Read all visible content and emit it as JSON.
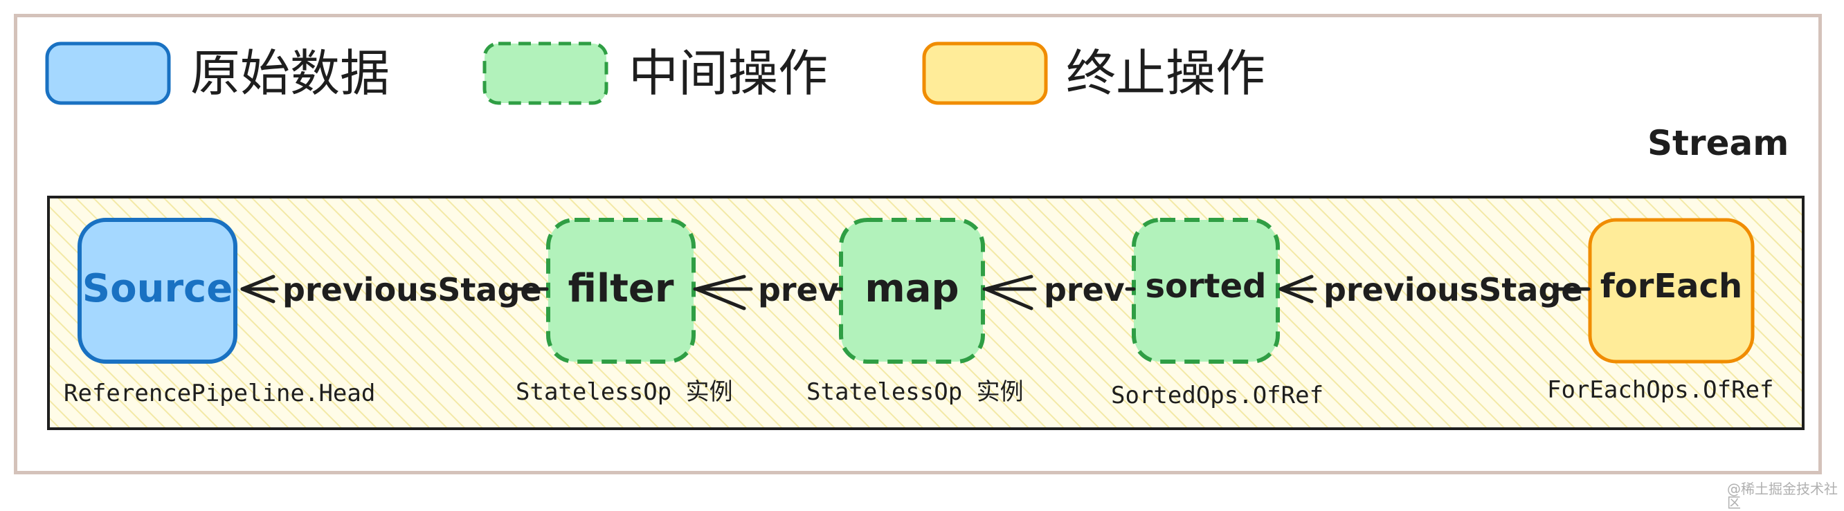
{
  "legend": {
    "source_label": "原始数据",
    "intermediate_label": "中间操作",
    "terminal_label": "终止操作"
  },
  "stream_label": "Stream",
  "nodes": [
    {
      "label": "Source",
      "class_name": "ReferencePipeline.Head",
      "kind": "source"
    },
    {
      "label": "filter",
      "class_name": "StatelessOp 实例",
      "kind": "intermediate"
    },
    {
      "label": "map",
      "class_name": "StatelessOp 实例",
      "kind": "intermediate"
    },
    {
      "label": "sorted",
      "class_name": "SortedOps.OfRef",
      "kind": "intermediate"
    },
    {
      "label": "forEach",
      "class_name": "ForEachOps.OfRef",
      "kind": "terminal"
    }
  ],
  "edges": [
    {
      "label": "previousStage"
    },
    {
      "label": "prev"
    },
    {
      "label": "prev"
    },
    {
      "label": "previousStage"
    }
  ],
  "colors": {
    "source_fill": "#a5d8ff",
    "source_stroke": "#1971c2",
    "intermediate_fill": "#b2f2bb",
    "intermediate_stroke": "#2f9e44",
    "terminal_fill": "#ffec99",
    "terminal_stroke": "#f08c00",
    "container_fill": "#fffce8",
    "hatch": "#f3e9a6",
    "frame": "#d4c2ba"
  },
  "watermark": "@稀土掘金技术社区"
}
